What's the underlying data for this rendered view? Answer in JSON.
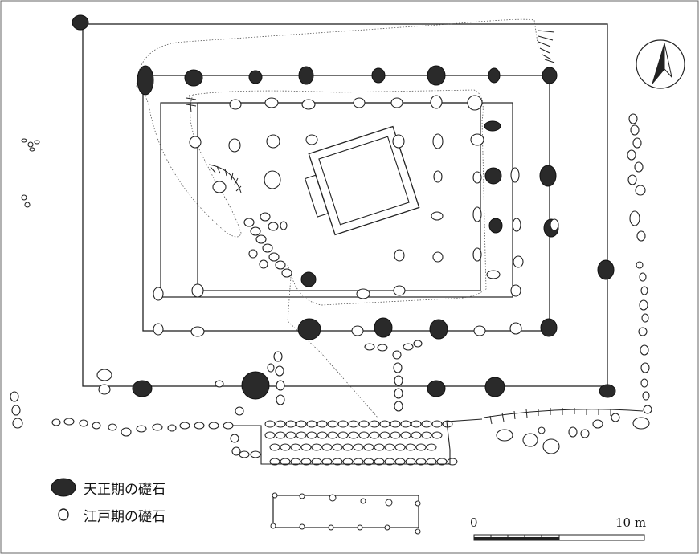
{
  "legend": {
    "tensho_label": "天正期の礎石",
    "edo_label": "江戸期の礎石"
  },
  "scale": {
    "start_label": "0",
    "end_label": "10 m"
  },
  "colors": {
    "line": "#222222",
    "tensho_fill": "#2a2a2a",
    "edo_fill": "#ffffff"
  },
  "icons": {
    "north": "north-arrow-icon"
  }
}
